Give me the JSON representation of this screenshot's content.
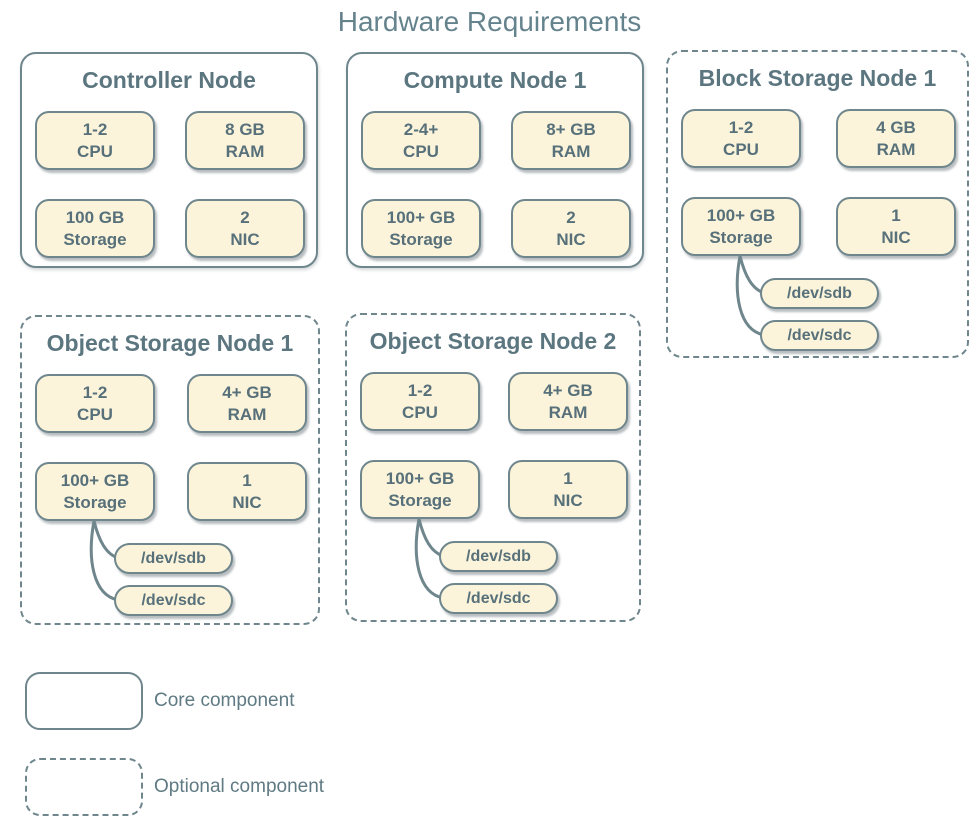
{
  "title": "Hardware Requirements",
  "colors": {
    "border": "#6f868d",
    "box_fill": "#fbf4da",
    "text": "#57707a",
    "title": "#65838d"
  },
  "nodes": [
    {
      "title": "Controller Node",
      "type": "core",
      "specs": [
        {
          "value": "1-2",
          "label": "CPU"
        },
        {
          "value": "8 GB",
          "label": "RAM"
        },
        {
          "value": "100 GB",
          "label": "Storage"
        },
        {
          "value": "2",
          "label": "NIC"
        }
      ]
    },
    {
      "title": "Compute Node 1",
      "type": "core",
      "specs": [
        {
          "value": "2-4+",
          "label": "CPU"
        },
        {
          "value": "8+ GB",
          "label": "RAM"
        },
        {
          "value": "100+ GB",
          "label": "Storage"
        },
        {
          "value": "2",
          "label": "NIC"
        }
      ]
    },
    {
      "title": "Block Storage Node 1",
      "type": "optional",
      "specs": [
        {
          "value": "1-2",
          "label": "CPU"
        },
        {
          "value": "4 GB",
          "label": "RAM"
        },
        {
          "value": "100+ GB",
          "label": "Storage"
        },
        {
          "value": "1",
          "label": "NIC"
        }
      ],
      "disks": {
        "disk1": "/dev/sdb",
        "disk2": "/dev/sdc"
      }
    },
    {
      "title": "Object Storage Node 1",
      "type": "optional",
      "specs": [
        {
          "value": "1-2",
          "label": "CPU"
        },
        {
          "value": "4+ GB",
          "label": "RAM"
        },
        {
          "value": "100+ GB",
          "label": "Storage"
        },
        {
          "value": "1",
          "label": "NIC"
        }
      ],
      "disks": {
        "disk1": "/dev/sdb",
        "disk2": "/dev/sdc"
      }
    },
    {
      "title": "Object Storage Node 2",
      "type": "optional",
      "specs": [
        {
          "value": "1-2",
          "label": "CPU"
        },
        {
          "value": "4+ GB",
          "label": "RAM"
        },
        {
          "value": "100+ GB",
          "label": "Storage"
        },
        {
          "value": "1",
          "label": "NIC"
        }
      ],
      "disks": {
        "disk1": "/dev/sdb",
        "disk2": "/dev/sdc"
      }
    }
  ],
  "legend": {
    "core": {
      "label": "Core component"
    },
    "optional": {
      "label": "Optional component"
    }
  }
}
